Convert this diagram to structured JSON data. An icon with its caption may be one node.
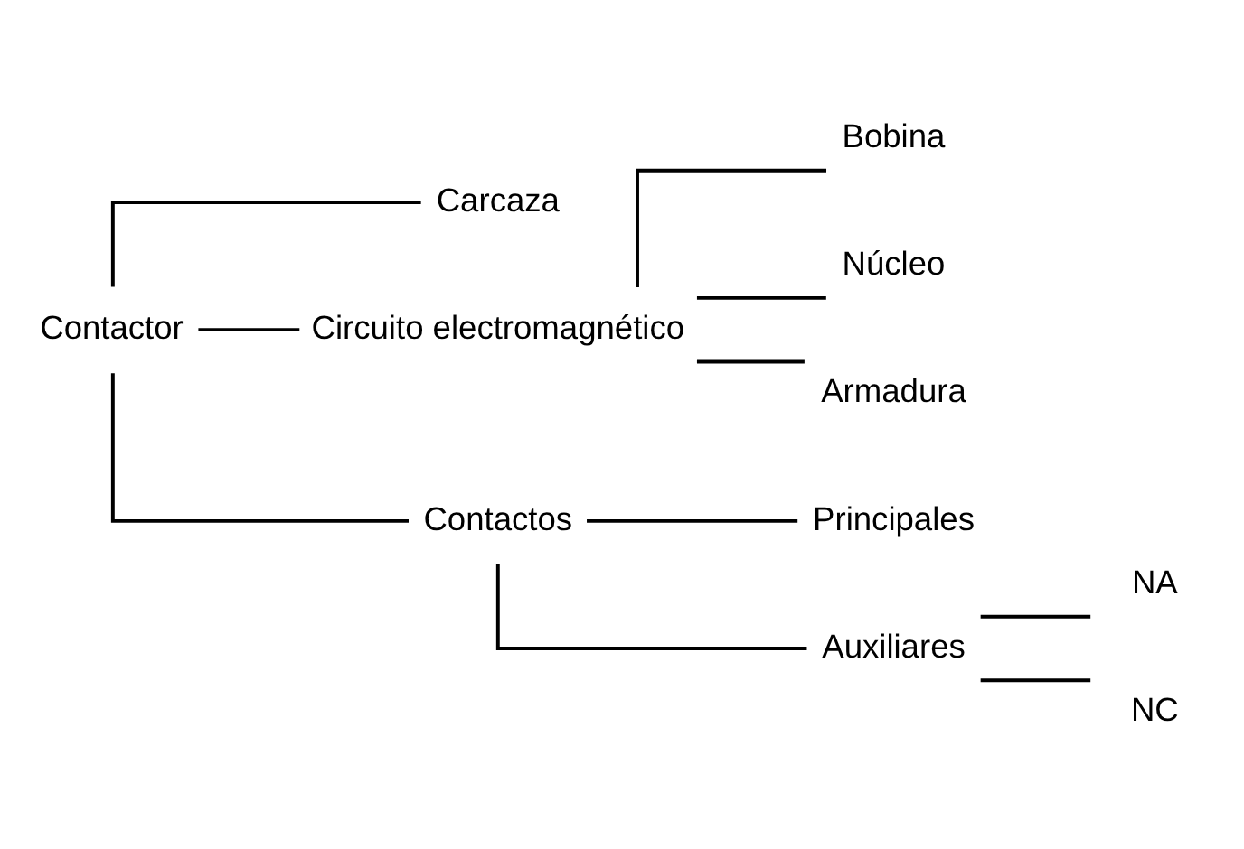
{
  "diagram": {
    "nodes": [
      {
        "text": [
          "Contactor"
        ]
      },
      {
        "text": [
          "Carcaza"
        ]
      },
      {
        "text": [
          "Circuito electromagnético"
        ]
      },
      {
        "text": [
          "Bobina"
        ]
      },
      {
        "text": [
          "Núcleo"
        ]
      },
      {
        "text": [
          "Armadura"
        ]
      },
      {
        "text": [
          "Contactos"
        ]
      },
      {
        "text": [
          "Principales"
        ]
      },
      {
        "text": [
          "Auxiliares"
        ]
      },
      {
        "text": [
          "NA"
        ]
      },
      {
        "text": [
          "NC"
        ]
      }
    ],
    "edges": [
      {
        "from": 0,
        "to": 1,
        "arrow": "none"
      },
      {
        "from": 0,
        "to": 2,
        "arrow": "none"
      },
      {
        "from": 0,
        "to": 6,
        "arrow": "none"
      },
      {
        "from": 2,
        "to": 3,
        "arrow": "none"
      },
      {
        "from": 2,
        "to": 4,
        "arrow": "none"
      },
      {
        "from": 2,
        "to": 5,
        "arrow": "none"
      },
      {
        "from": 6,
        "to": 7,
        "arrow": "none"
      },
      {
        "from": 6,
        "to": 8,
        "arrow": "none"
      },
      {
        "from": 8,
        "to": 9,
        "arrow": "none"
      },
      {
        "from": 8,
        "to": 10,
        "arrow": "none"
      }
    ]
  }
}
